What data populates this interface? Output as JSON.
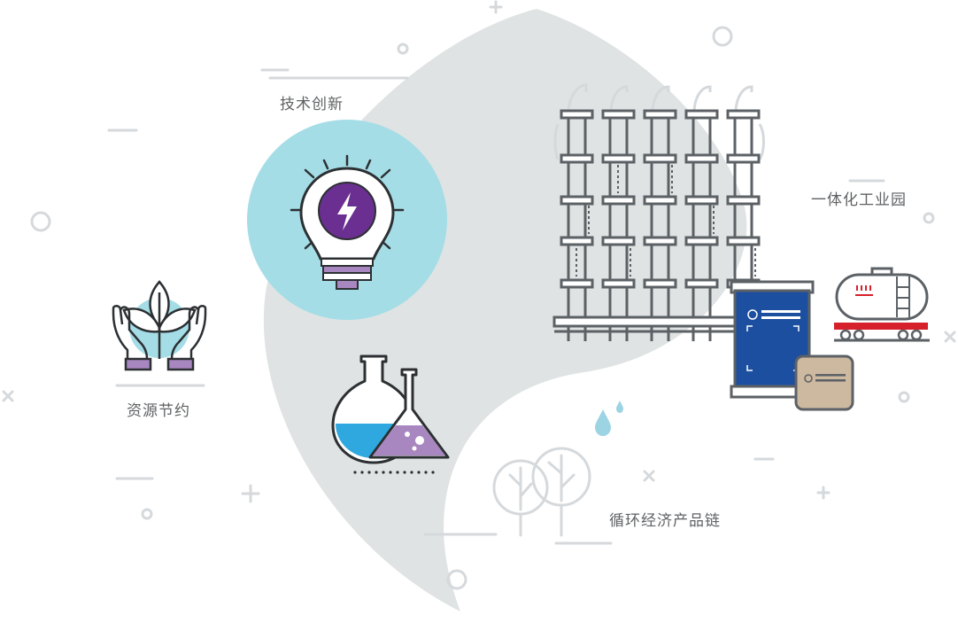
{
  "labels": {
    "innovation": "技术创新",
    "resource": "资源节约",
    "park": "一体化工业园",
    "chain": "循环经济产品链"
  },
  "colors": {
    "leaf_shape": "#dfe3e3",
    "bulb_bg": "#a5dde6",
    "purple": "#6a2f90",
    "lilac": "#a886bf",
    "blue_liquid": "#2fa8df",
    "navy_container": "#1c4fa0",
    "sack": "#cdb8a0",
    "tanker_red": "#d6202b",
    "line_gray": "#5c6166",
    "decor_gray": "#d5d9dc",
    "water_drop": "#9dd4e4"
  },
  "icons": [
    "plant-in-hands-icon",
    "lightbulb-bolt-icon",
    "lab-flasks-icon",
    "distillation-towers-icon",
    "shipping-container-icon",
    "bag-icon",
    "tank-car-icon",
    "trees-icon",
    "water-drop-icon"
  ]
}
